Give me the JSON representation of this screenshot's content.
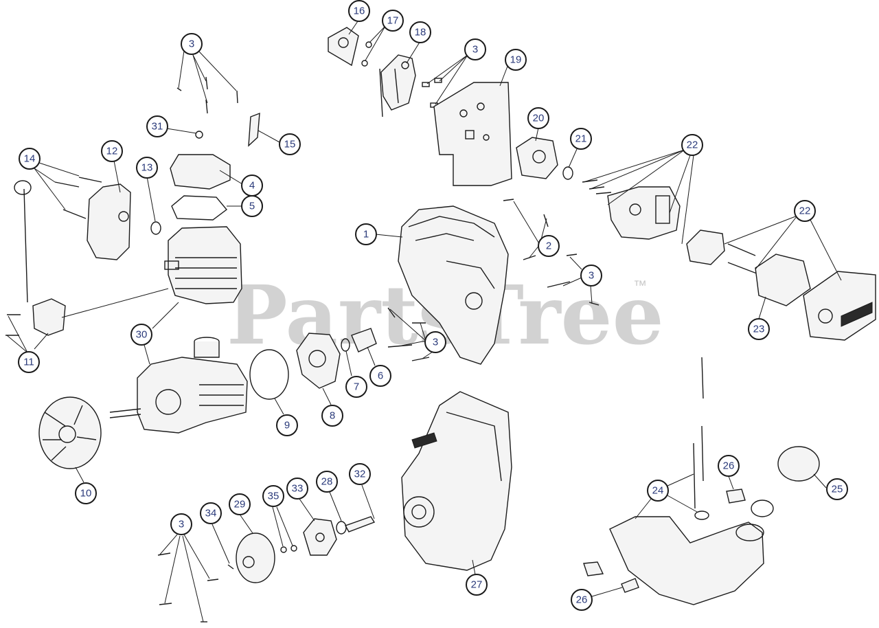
{
  "watermark": {
    "text": "PartsTree",
    "trademark": "™"
  },
  "colors": {
    "callout_text": "#2a3a7a",
    "line": "#1a1a1a",
    "watermark": "#d2d2d2"
  },
  "callouts": [
    "16",
    "17",
    "18",
    "3",
    "19",
    "3",
    "31",
    "15",
    "20",
    "21",
    "22",
    "14",
    "12",
    "13",
    "4",
    "5",
    "1",
    "2",
    "22",
    "3",
    "11",
    "30",
    "3",
    "7",
    "6",
    "23",
    "9",
    "8",
    "10",
    "24",
    "26",
    "25",
    "32",
    "28",
    "33",
    "35",
    "29",
    "34",
    "3",
    "27",
    "26"
  ]
}
